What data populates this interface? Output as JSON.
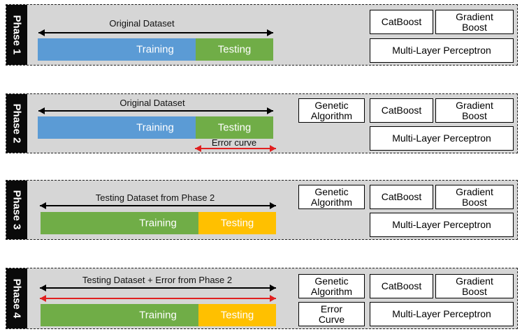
{
  "phase1": {
    "label": "Phase 1",
    "arrow_label": "Original Dataset",
    "training": "Training",
    "testing": "Testing",
    "model1": "CatBoost",
    "model2": "Gradient\nBoost",
    "model3": "Multi-Layer Perceptron"
  },
  "phase2": {
    "label": "Phase 2",
    "arrow_label": "Original Dataset",
    "training": "Training",
    "testing": "Testing",
    "error_curve": "Error curve",
    "optimizer": "Genetic\nAlgorithm",
    "model1": "CatBoost",
    "model2": "Gradient\nBoost",
    "model3": "Multi-Layer Perceptron"
  },
  "phase3": {
    "label": "Phase 3",
    "arrow_label": "Testing Dataset from Phase 2",
    "training": "Training",
    "testing": "Testing",
    "optimizer": "Genetic\nAlgorithm",
    "model1": "CatBoost",
    "model2": "Gradient\nBoost",
    "model3": "Multi-Layer Perceptron"
  },
  "phase4": {
    "label": "Phase 4",
    "arrow_label": "Testing Dataset + Error from Phase 2",
    "training": "Training",
    "testing": "Testing",
    "optimizer": "Genetic\nAlgorithm",
    "error_input": "Error\nCurve",
    "model1": "CatBoost",
    "model2": "Gradient\nBoost",
    "model3": "Multi-Layer Perceptron"
  },
  "colors": {
    "blue": "#5b9bd5",
    "green": "#70ad47",
    "orange": "#ffc000",
    "red_arrow": "#e02020",
    "black_arrow": "#000000"
  }
}
